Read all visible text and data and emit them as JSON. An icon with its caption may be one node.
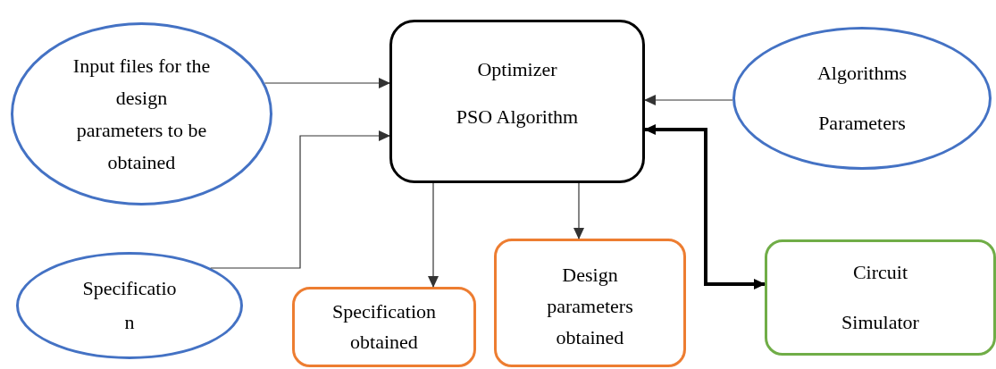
{
  "diagram": {
    "nodes": [
      {
        "text": [
          "Input files for the design parameters to be obtained"
        ]
      },
      {
        "text": [
          "Optimizer",
          "PSO Algorithm"
        ]
      },
      {
        "text": [
          "Algorithms Parameters"
        ]
      },
      {
        "text": [
          "Specificatio n"
        ]
      },
      {
        "text": [
          "Specification obtained"
        ]
      },
      {
        "text": [
          "Design parameters obtained"
        ]
      },
      {
        "text": [
          "Circuit Simulator"
        ]
      }
    ],
    "edges": [
      {
        "from": 0,
        "to": 1,
        "arrow": "to"
      },
      {
        "from": 3,
        "to": 1,
        "arrow": "to"
      },
      {
        "from": 2,
        "to": 1,
        "arrow": "to"
      },
      {
        "from": 1,
        "to": 4,
        "arrow": "to"
      },
      {
        "from": 1,
        "to": 5,
        "arrow": "to"
      },
      {
        "from": 1,
        "to": 6,
        "arrow": "both",
        "style": "thick"
      }
    ]
  }
}
